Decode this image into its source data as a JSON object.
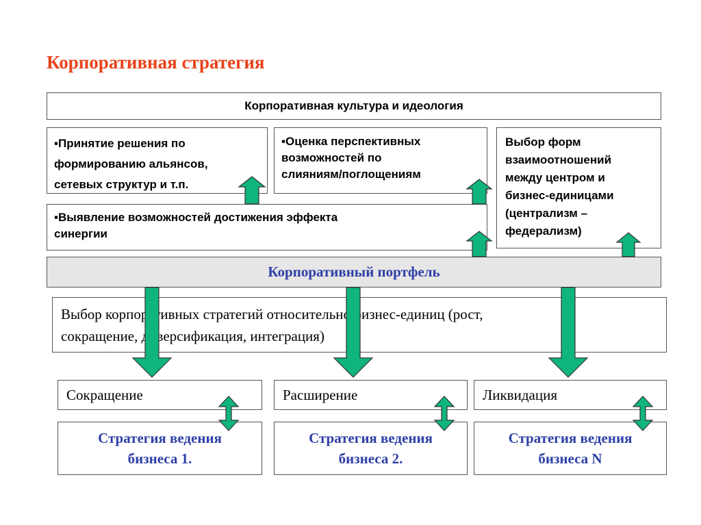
{
  "title": "Корпоративная стратегия",
  "culture": "Корпоративная культура и идеология",
  "alliances": [
    "▪Принятие решения по",
    "формированию альянсов,",
    "сетевых структур и т.п."
  ],
  "mergers": [
    "▪Оценка перспективных",
    "возможностей по",
    "слияниям/поглощениям"
  ],
  "synergy": [
    "▪Выявление возможностей достижения эффекта",
    "синергии"
  ],
  "forms": [
    "Выбор форм",
    "взаимоотношений",
    "между центром и",
    "бизнес-единицами",
    "(централизм –",
    "федерализм)"
  ],
  "portfolio": "Корпоративный портфель",
  "choice": [
    "Выбор корпоративных стратегий относительно бизнес-единиц (рост,",
    "сокращение, диверсификация, интеграция)"
  ],
  "options": [
    "Сокращение",
    "Расширение",
    "Ликвидация"
  ],
  "strategies": [
    {
      "line1": "Стратегия ведения",
      "line2": "бизнеса  1."
    },
    {
      "line1": "Стратегия ведения",
      "line2": "бизнеса  2."
    },
    {
      "line1": "Стратегия ведения",
      "line2": "бизнеса  N"
    }
  ],
  "colors": {
    "title": "#e8431c",
    "arrow_fill": "#10b57c",
    "strategy_text": "#2e3fa6",
    "portfolio_bg": "#e6e6e6"
  }
}
